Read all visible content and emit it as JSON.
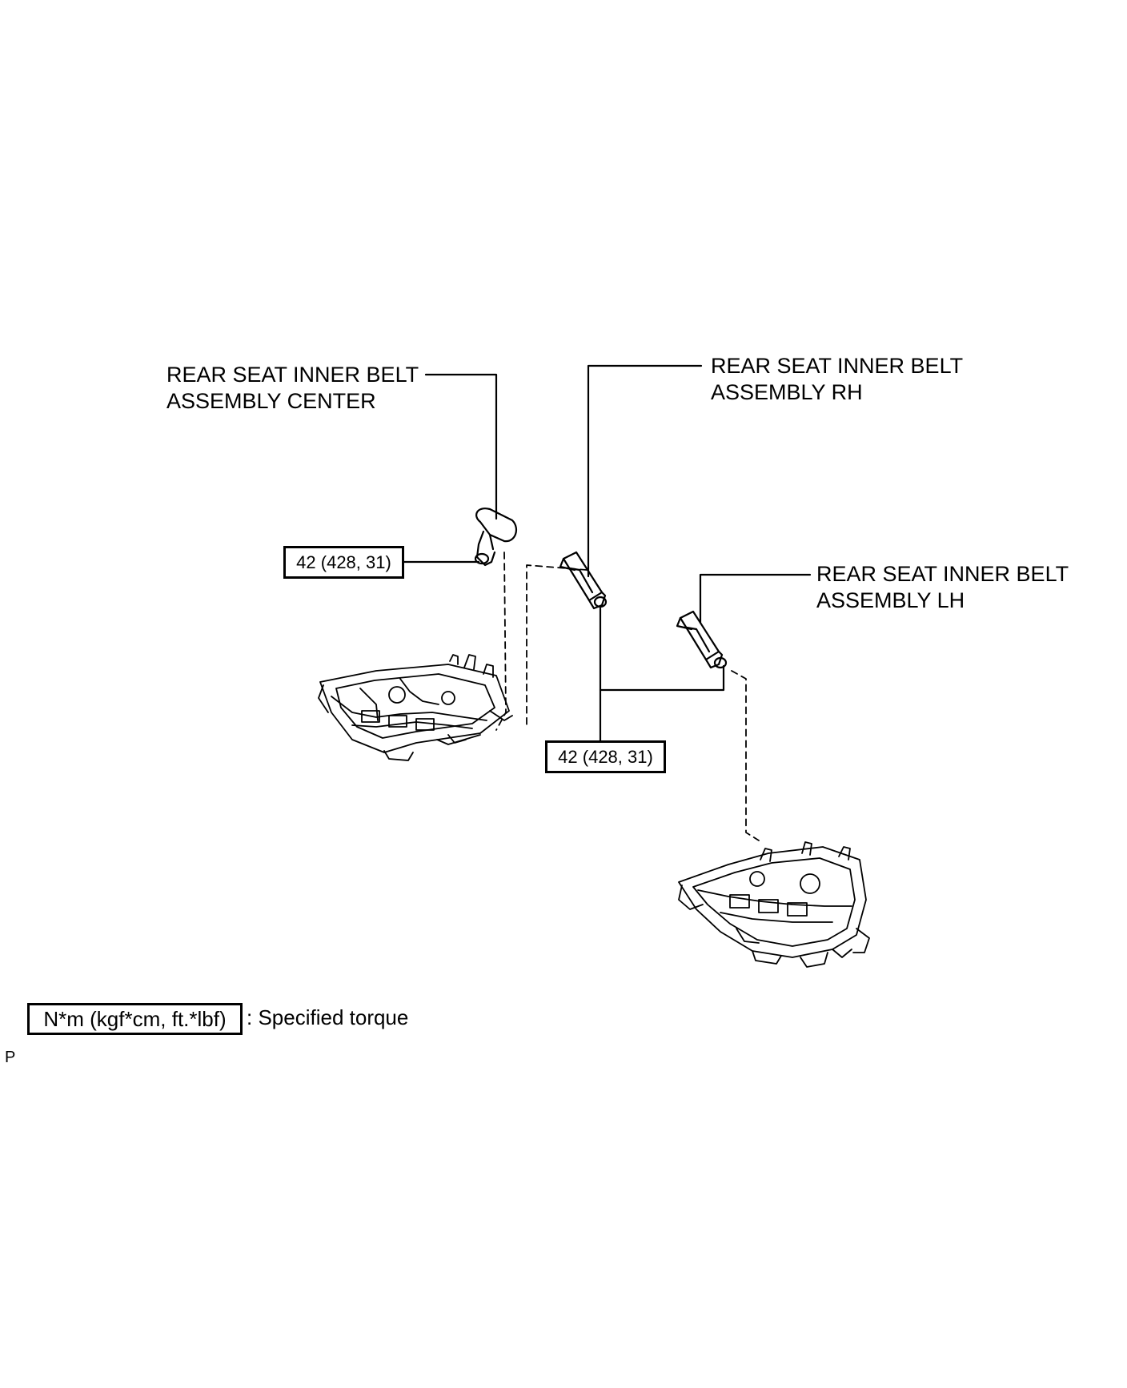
{
  "labels": {
    "center": [
      "REAR SEAT INNER BELT",
      "ASSEMBLY CENTER"
    ],
    "rh": [
      "REAR SEAT INNER BELT",
      "ASSEMBLY RH"
    ],
    "lh": [
      "REAR SEAT INNER BELT",
      "ASSEMBLY LH"
    ]
  },
  "torque": {
    "center": "42 (428, 31)",
    "rh_lh": "42 (428, 31)"
  },
  "legend": {
    "unit": "N*m (kgf*cm, ft.*lbf)",
    "description": ": Specified torque"
  },
  "corner_mark": "P",
  "colors": {
    "ink": "#000000",
    "background": "#ffffff"
  }
}
